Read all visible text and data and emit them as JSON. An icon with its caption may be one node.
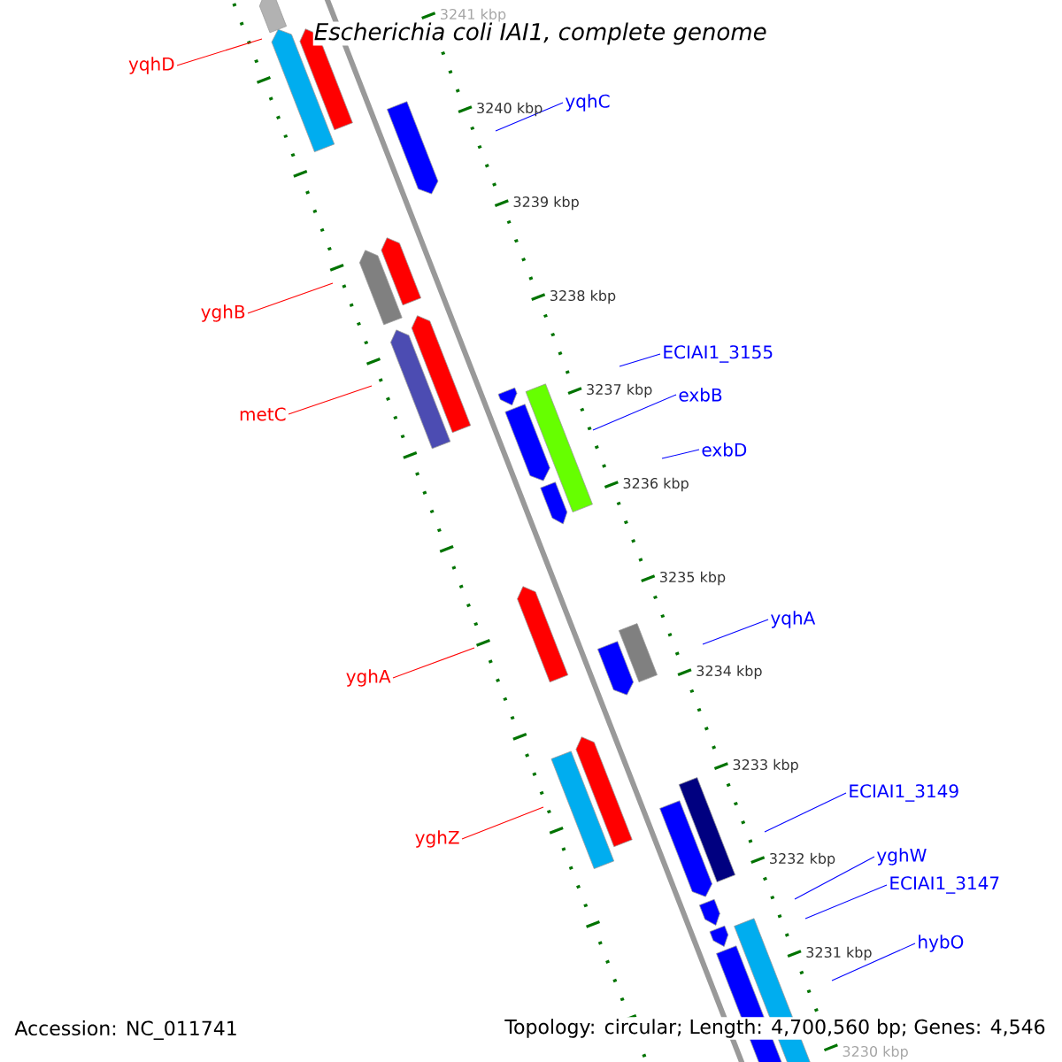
{
  "diagram": {
    "title": "Escherichia coli IAI1, complete genome",
    "nodes": [
      {
        "text": [
          "yqhD"
        ]
      },
      {
        "text": [
          "yqhC"
        ]
      },
      {
        "text": [
          "yghB"
        ]
      },
      {
        "text": [
          "metC"
        ]
      },
      {
        "text": [
          "ECIAI1_3155"
        ]
      },
      {
        "text": [
          "exbB"
        ]
      },
      {
        "text": [
          "exbD"
        ]
      },
      {
        "text": [
          "yqhA"
        ]
      },
      {
        "text": [
          "yghA"
        ]
      },
      {
        "text": [
          "yghZ"
        ]
      },
      {
        "text": [
          "ECIAI1_3149"
        ]
      },
      {
        "text": [
          "yghW"
        ]
      },
      {
        "text": [
          "ECIAI1_3147"
        ]
      },
      {
        "text": [
          "hybO"
        ]
      }
    ],
    "edges": [
      {
        "from": 0,
        "to": null,
        "arrow": "none",
        "color": "#ff0000"
      },
      {
        "from": 1,
        "to": null,
        "arrow": "none"
      },
      {
        "from": 2,
        "to": null,
        "arrow": "none",
        "color": "#ff0000"
      },
      {
        "from": 3,
        "to": null,
        "arrow": "none",
        "color": "#ff0000"
      },
      {
        "from": 4,
        "to": null,
        "arrow": "none"
      },
      {
        "from": 5,
        "to": null,
        "arrow": "none"
      },
      {
        "from": 6,
        "to": null,
        "arrow": "none"
      },
      {
        "from": 7,
        "to": null,
        "arrow": "none"
      },
      {
        "from": 8,
        "to": null,
        "arrow": "none",
        "color": "#ff0000"
      },
      {
        "from": 9,
        "to": null,
        "arrow": "none",
        "color": "#ff0000"
      },
      {
        "from": 10,
        "to": null,
        "arrow": "none"
      },
      {
        "from": 11,
        "to": null,
        "arrow": "none"
      },
      {
        "from": 12,
        "to": null,
        "arrow": "none"
      },
      {
        "from": 13,
        "to": null,
        "arrow": "none"
      }
    ],
    "labels": [
      "3241 kbp",
      "3240 kbp",
      "3239 kbp",
      "3238 kbp",
      "3237 kbp",
      "3236 kbp",
      "3235 kbp",
      "3234 kbp",
      "3233 kbp",
      "3232 kbp",
      "3231 kbp",
      "3230 kbp",
      "Accession: NC_011741",
      "Topology: circular; Length: 4,700,560 bp; Genes: 4,546"
    ]
  }
}
